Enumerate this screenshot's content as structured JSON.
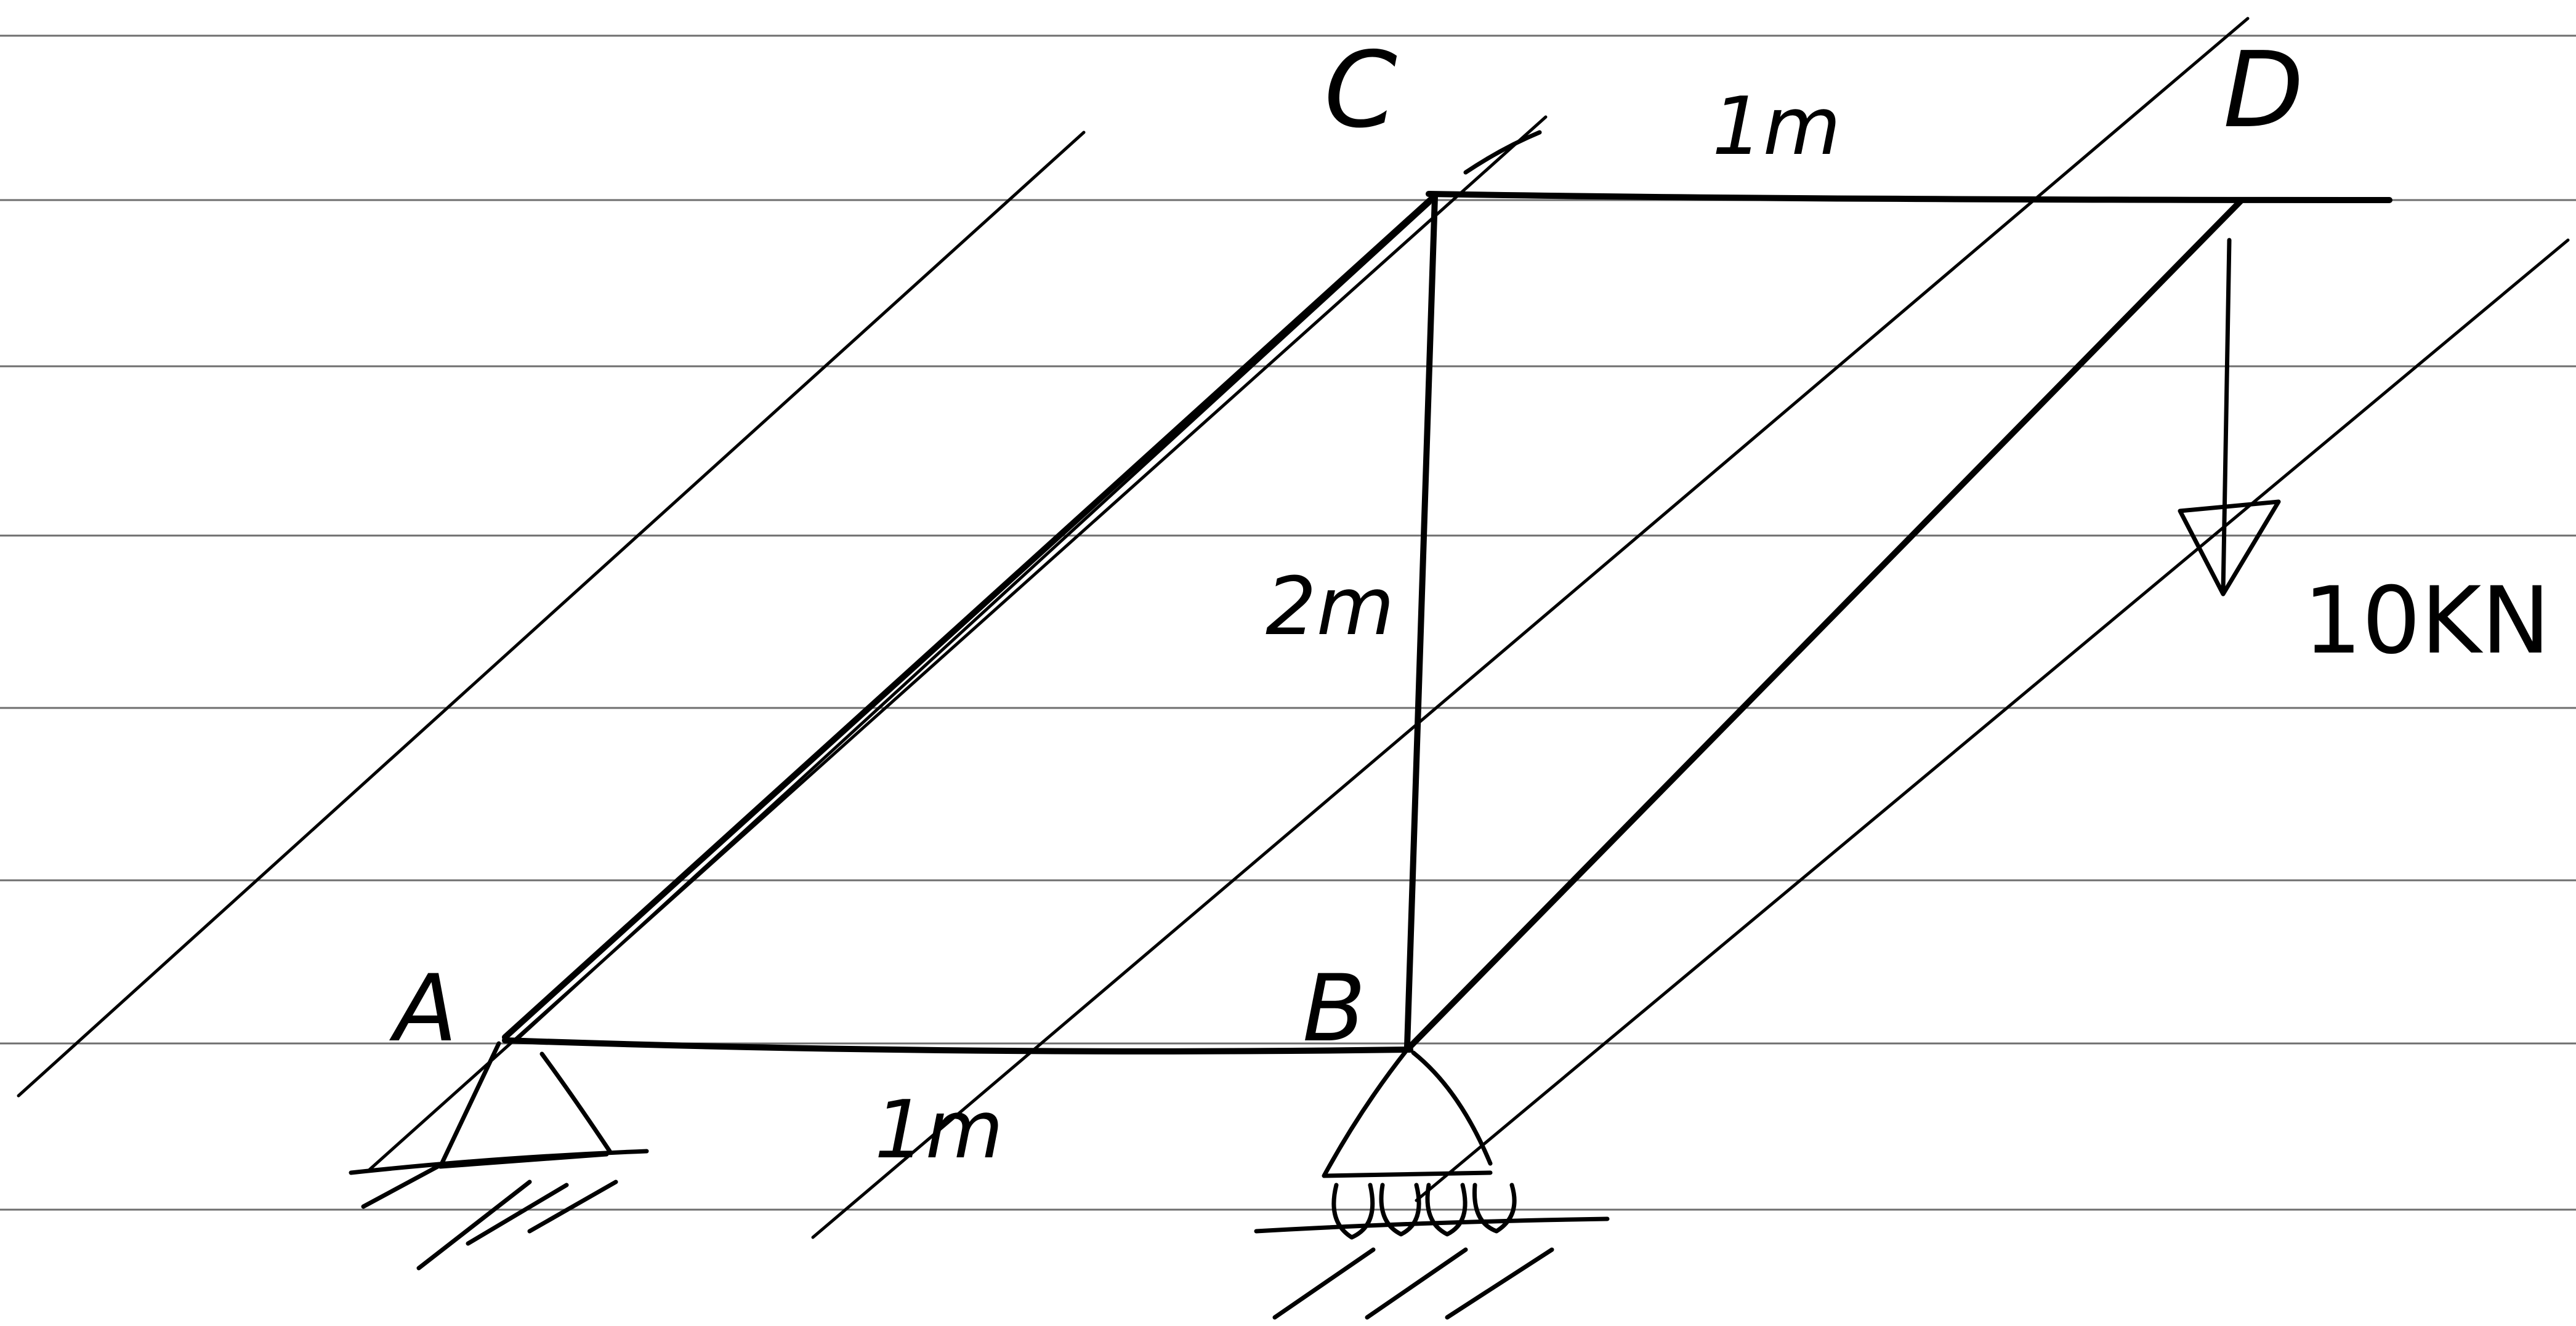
{
  "nodes": {
    "A": "A",
    "B": "B",
    "C": "C",
    "D": "D"
  },
  "dimensions": {
    "span_AB": "1m",
    "span_CD": "1m",
    "height_BC": "2m"
  },
  "load": {
    "value": "10KN"
  },
  "supports": {
    "A": "pin",
    "B": "roller"
  },
  "colors": {
    "ink": "#000000",
    "paper": "#ffffff",
    "ruling": "#6e6e6e"
  }
}
